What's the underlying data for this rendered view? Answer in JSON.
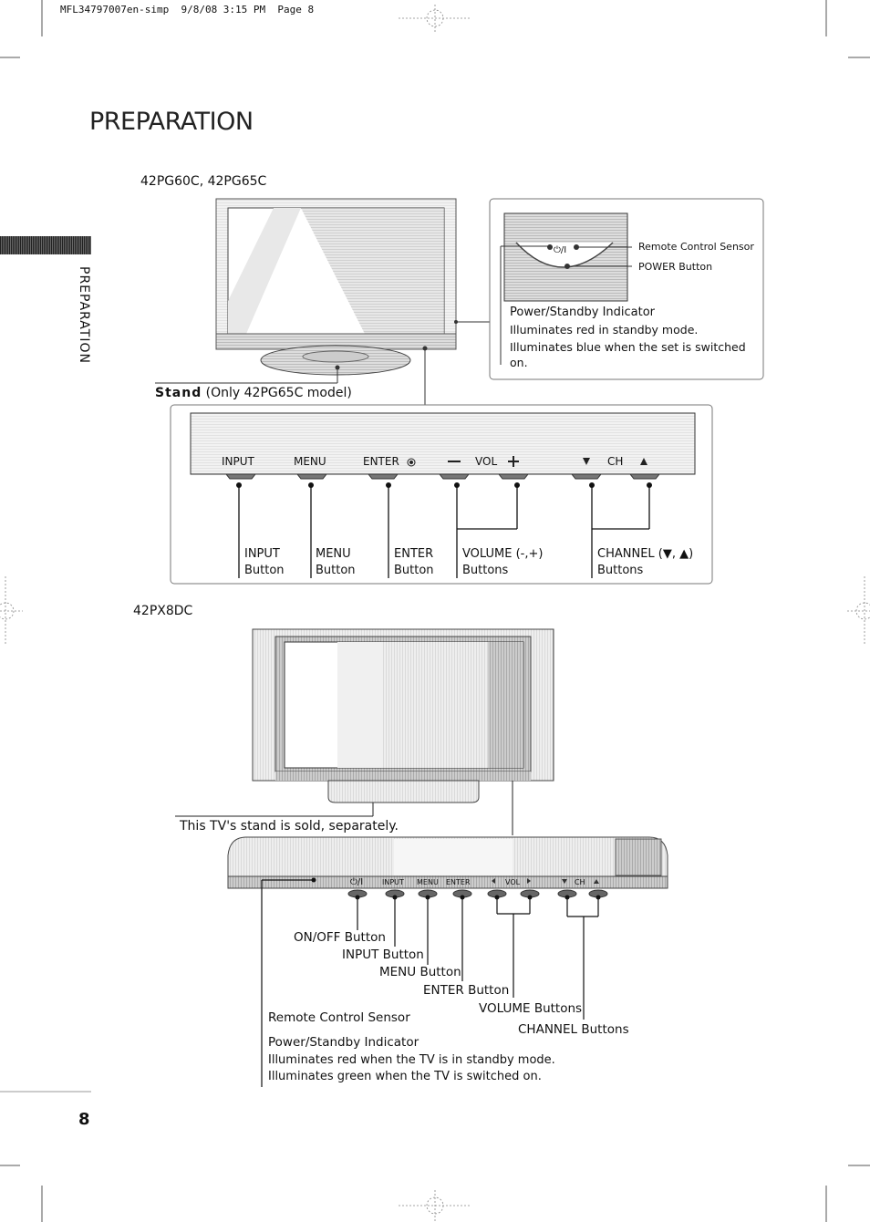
{
  "header": {
    "slug": "MFL34797007en-simp  9/8/08 3:15 PM  Page 8"
  },
  "page": {
    "title": "PREPARATION",
    "side_tab": "PREPARATION",
    "page_number": "8"
  },
  "model1": {
    "label": "42PG60C, 42PG65C",
    "stand_bold": "Stand",
    "stand_rest": "(Only 42PG65C  model)",
    "detail": {
      "sensor": "Remote Control Sensor",
      "power": "POWER Button",
      "power_glyph": "⏻/I",
      "indicator_title": "Power/Standby Indicator",
      "indicator_line1": "Illuminates red in standby mode.",
      "indicator_line2": "Illuminates blue when the set is switched",
      "indicator_line3": "on."
    },
    "panel": {
      "input": "INPUT",
      "menu": "MENU",
      "enter": "ENTER",
      "vol": "VOL",
      "ch": "CH"
    },
    "callouts": {
      "input_1": "INPUT",
      "input_2": "Button",
      "menu_1": "MENU",
      "menu_2": "Button",
      "enter_1": "ENTER",
      "enter_2": "Button",
      "volume_1": "VOLUME (-,+)",
      "volume_2": "Buttons",
      "channel_1": "CHANNEL (▼, ▲)",
      "channel_2": "Buttons"
    }
  },
  "model2": {
    "label": "42PX8DC",
    "stand_note": "This TV's stand is sold, separately.",
    "panel": {
      "power": "⏻/I",
      "input": "INPUT",
      "menu": "MENU",
      "enter": "ENTER",
      "vol": "VOL",
      "ch": "CH"
    },
    "callouts": {
      "onoff": "ON/OFF Button",
      "input": "INPUT Button",
      "menu": "MENU Button",
      "enter": "ENTER Button",
      "volume": "VOLUME Buttons",
      "channel": "CHANNEL Buttons",
      "sensor": "Remote Control Sensor",
      "indicator_title": "Power/Standby Indicator",
      "indicator_line1": "Illuminates red when the TV is in standby mode.",
      "indicator_line2": "Illuminates green when the TV is switched on."
    }
  }
}
